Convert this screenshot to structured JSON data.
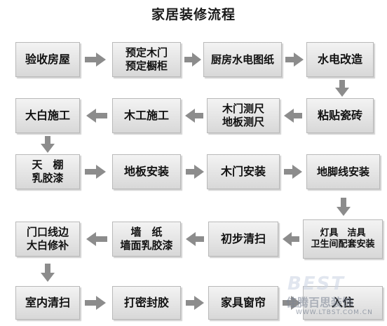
{
  "title": "家居装修流程",
  "steps": [
    "验收房屋",
    "预定木门\n预定橱柜",
    "厨房水电图纸",
    "水电改造",
    "粘贴瓷砖",
    "木门测尺\n地板测尺",
    "木工施工",
    "大白施工",
    "天　棚\n乳胶漆",
    "地板安装",
    "木门安装",
    "地脚线安装",
    "灯具　洁具\n卫生间配套安装",
    "初步清扫",
    "墙　纸\n墙面乳胶漆",
    "门口线边\n大白修补",
    "室内清扫",
    "打密封胶",
    "家具窗帘",
    "入住"
  ],
  "watermark": {
    "brand": "BEST",
    "name": "佳腾百思装饰",
    "url": "WWW.LTBST.COM.CN"
  },
  "colors": {
    "box_fill_top": "#f3f3f3",
    "box_fill_bottom": "#d8d8d8",
    "arrow": "#8c8c8c",
    "text": "#111111"
  }
}
